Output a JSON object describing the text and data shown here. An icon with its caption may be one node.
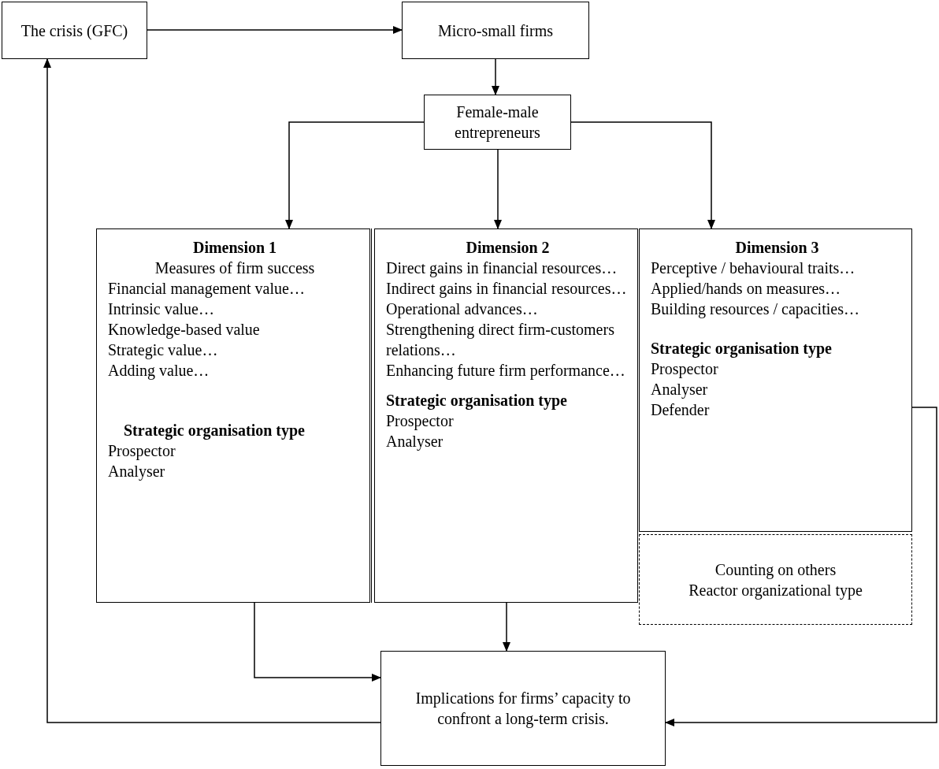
{
  "diagram": {
    "nodes": [
      {
        "text": [
          "The crisis (GFC)"
        ]
      },
      {
        "text": [
          "Micro-small firms"
        ]
      },
      {
        "text": [
          "Female-male entrepreneurs"
        ]
      },
      {
        "text": [
          "Dimension 1",
          "Measures of firm success",
          "Financial management value…",
          "Intrinsic value…",
          "Knowledge-based value",
          "Strategic value…",
          "Adding value…",
          "Strategic organisation type",
          "Prospector",
          "Analyser"
        ]
      },
      {
        "text": [
          "Dimension 2",
          "Direct gains in financial resources…",
          "Indirect gains in financial resources…",
          "Operational advances…",
          "Strengthening direct firm-customers relations…",
          "Enhancing future firm performance…",
          "Strategic organisation type",
          "Prospector",
          "Analyser"
        ]
      },
      {
        "text": [
          "Dimension 3",
          "Perceptive / behavioural traits…",
          "Applied/hands on measures…",
          "Building resources / capacities…",
          "Strategic organisation type",
          "Prospector",
          "Analyser",
          "Defender"
        ]
      },
      {
        "text": [
          "Counting on others",
          "Reactor organizational type"
        ]
      },
      {
        "text": [
          "Implications for firms’ capacity to confront a long-term crisis."
        ]
      }
    ],
    "edges": [
      {
        "from": 0,
        "to": 1,
        "arrow": "to"
      },
      {
        "from": 1,
        "to": 2,
        "arrow": "to"
      },
      {
        "from": 2,
        "to": 3,
        "arrow": "to"
      },
      {
        "from": 2,
        "to": 5,
        "arrow": "to"
      },
      {
        "from": 2,
        "to": 4,
        "arrow": "to"
      },
      {
        "from": 3,
        "to": 7,
        "arrow": "to"
      },
      {
        "from": 4,
        "to": 7,
        "arrow": "to"
      },
      {
        "from": 5,
        "to": 7,
        "arrow": "to"
      },
      {
        "from": 7,
        "to": 0,
        "arrow": "to"
      }
    ]
  }
}
